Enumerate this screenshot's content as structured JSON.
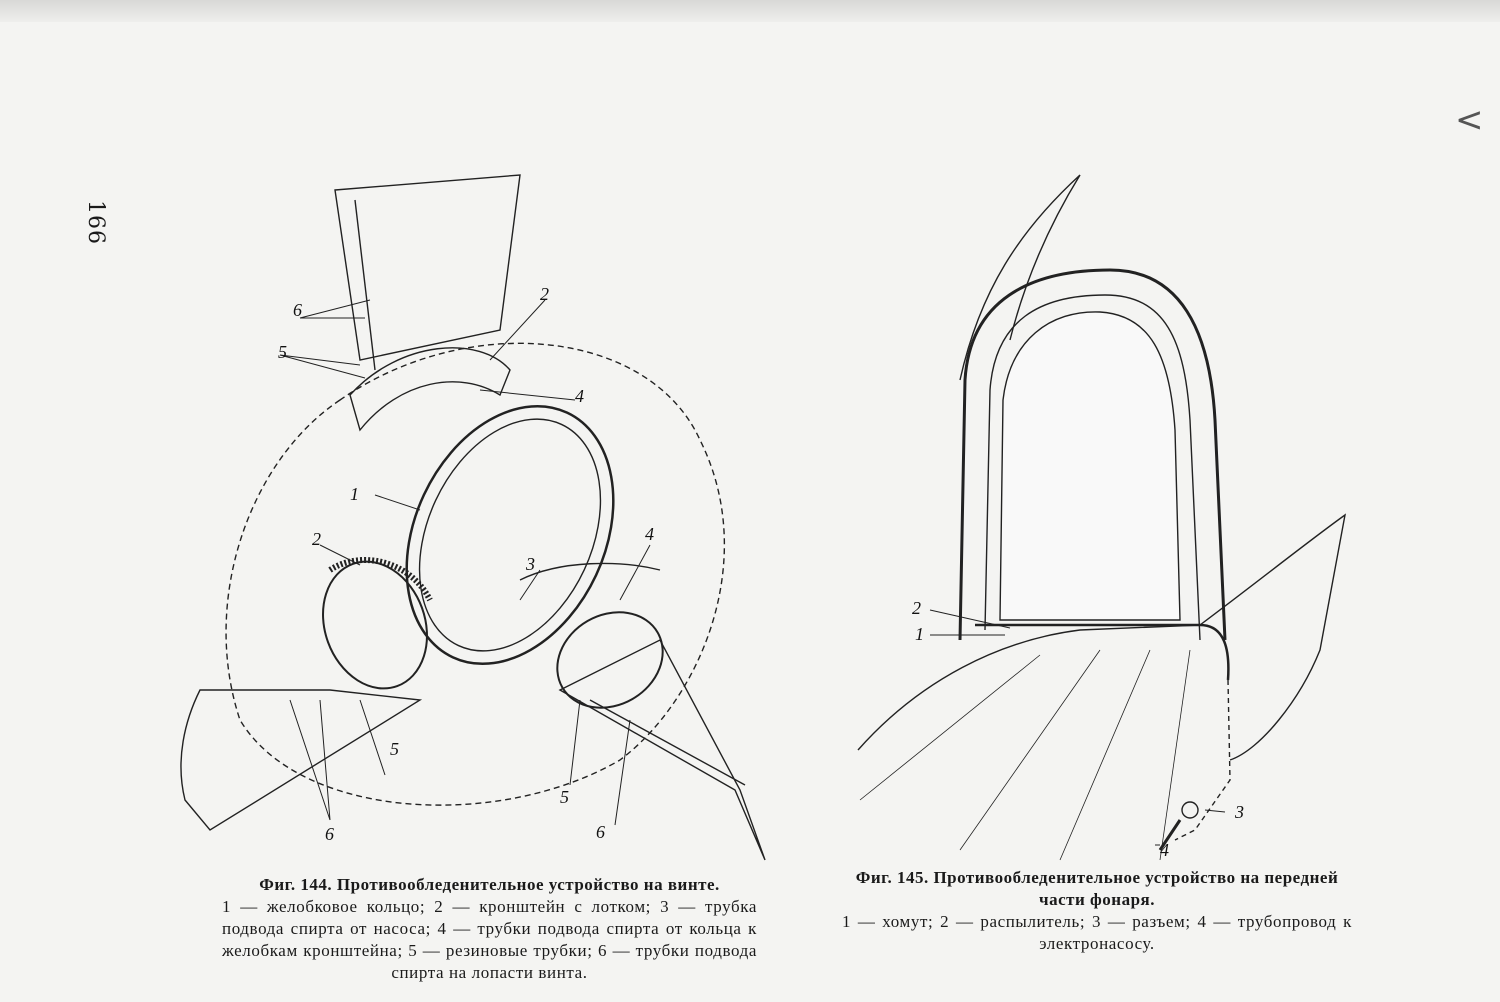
{
  "page_number": "166",
  "margin_mark": "<",
  "figure_144": {
    "labels": [
      "6",
      "2",
      "5",
      "4",
      "1",
      "2",
      "3",
      "4",
      "5",
      "6",
      "5",
      "6"
    ],
    "title": "Фиг. 144. Противообледенительное устройство на винте.",
    "legend": "1 — желобковое кольцо; 2 — кронштейн с лотком; 3 — трубка подвода спирта от насоса; 4 — трубки подвода спирта от кольца к желобкам кронштейна; 5 — резиновые трубки; 6 — трубки подвода спирта на лопасти винта."
  },
  "figure_145": {
    "labels": [
      "2",
      "1",
      "3",
      "4"
    ],
    "title": "Фиг. 145. Противообледенительное устройство на передней части фонаря.",
    "legend": "1 — хомут; 2 — распылитель; 3 — разъем; 4 — трубопровод к электронасосу."
  }
}
